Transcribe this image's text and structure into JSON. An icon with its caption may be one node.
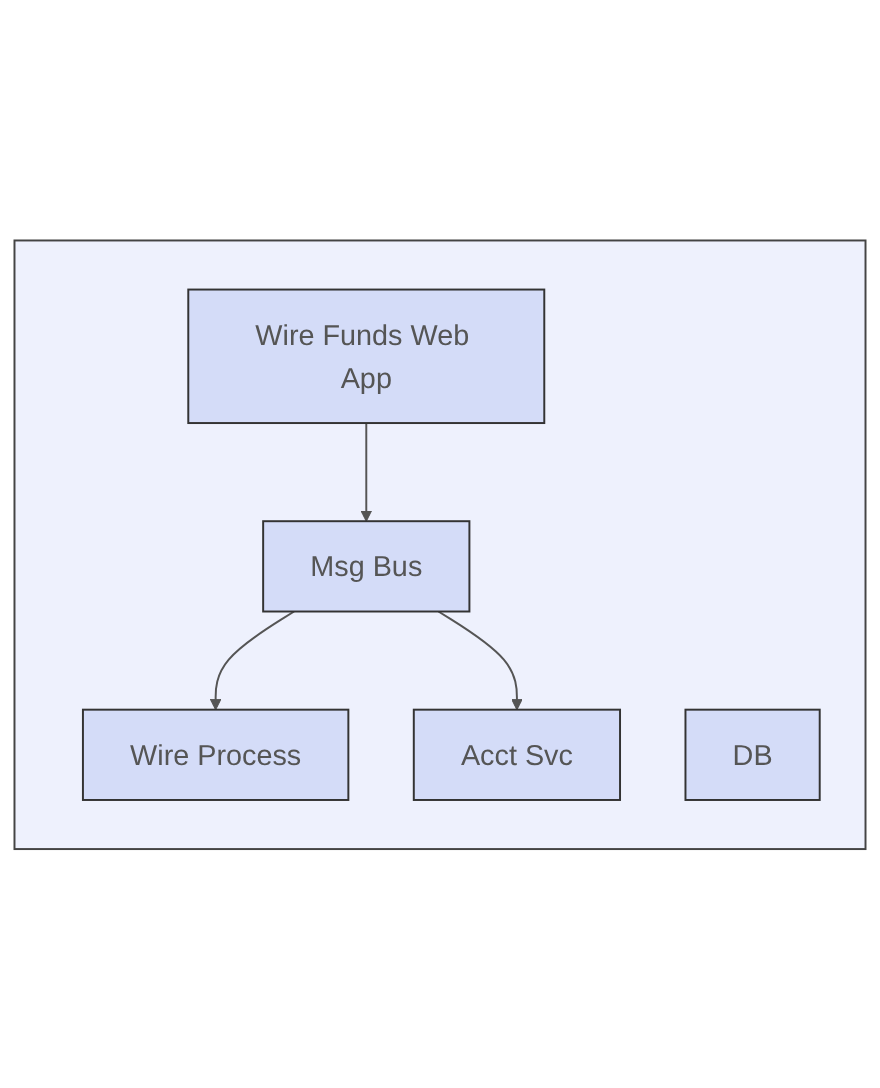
{
  "diagram": {
    "nodes": [
      {
        "text": [],
        "shape": "box"
      },
      {
        "text": [
          "Wire Funds Web App"
        ],
        "in": 0
      },
      {
        "text": [
          "Msg Bus"
        ],
        "in": 0
      },
      {
        "text": [
          "Wire Process"
        ],
        "in": 0
      },
      {
        "text": [
          "Acct Svc"
        ],
        "in": 0
      },
      {
        "text": [
          "DB"
        ],
        "in": 0
      }
    ],
    "edges": [
      {
        "from": 1,
        "to": 2,
        "arrow": "to"
      },
      {
        "from": 2,
        "to": 3,
        "arrow": "to"
      },
      {
        "from": 2,
        "to": 4,
        "arrow": "to"
      }
    ]
  }
}
